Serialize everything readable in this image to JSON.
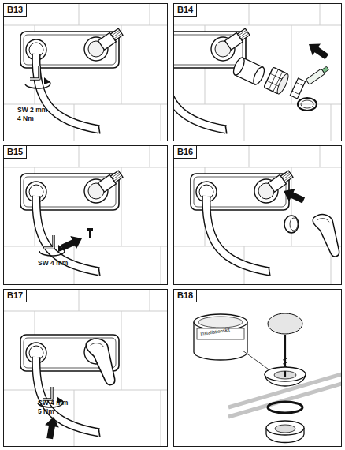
{
  "diagram": {
    "nodes": [
      {
        "text": [
          "B13"
        ]
      },
      {
        "text": [
          "B14"
        ]
      },
      {
        "text": [
          "B15"
        ]
      },
      {
        "text": [
          "B16"
        ]
      },
      {
        "text": [
          "B17"
        ]
      },
      {
        "text": [
          "B18"
        ]
      }
    ],
    "labels": [
      "SW 2 mm",
      "4 Nm",
      "SW 4 mm",
      "SW 4 mm",
      "5 Nm",
      "Installationskit"
    ]
  }
}
